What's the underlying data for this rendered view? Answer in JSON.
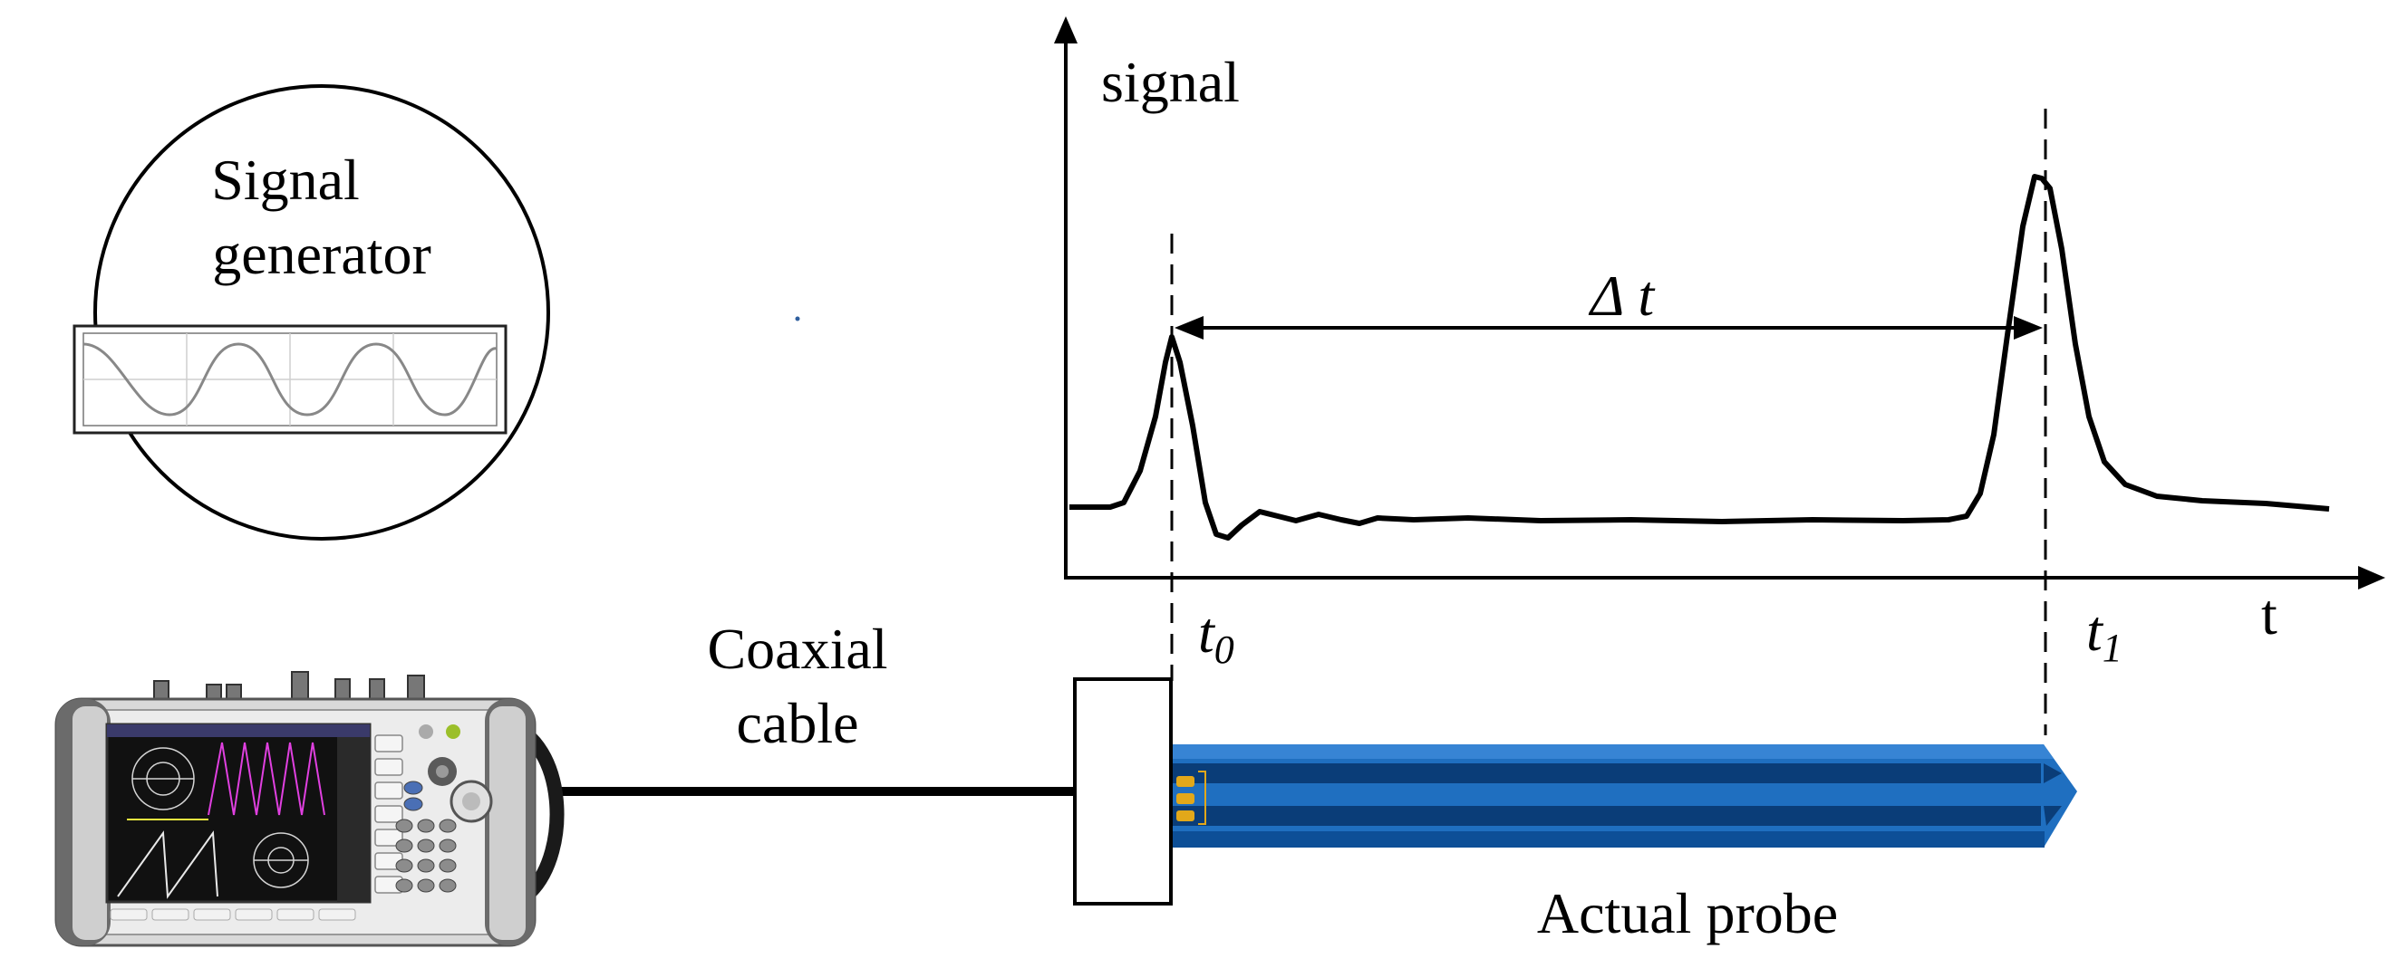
{
  "signal_generator": {
    "line1": "Signal",
    "line2": "generator"
  },
  "plot": {
    "y_label": "signal",
    "x_label": "t",
    "delta_label": "Δ t",
    "t0_label": "t",
    "t0_sub": "0",
    "t1_label": "t",
    "t1_sub": "1"
  },
  "cable_label_line1": "Coaxial",
  "cable_label_line2": "cable",
  "probe_label": "Actual probe",
  "icons": {
    "device": "network-analyzer-device",
    "probe": "tdr-probe"
  },
  "colors": {
    "probe_dark": "#0a3d78",
    "probe_light": "#1f6fc0",
    "probe_mid": "#0d4f97",
    "contact_gold": "#e2a81a"
  }
}
